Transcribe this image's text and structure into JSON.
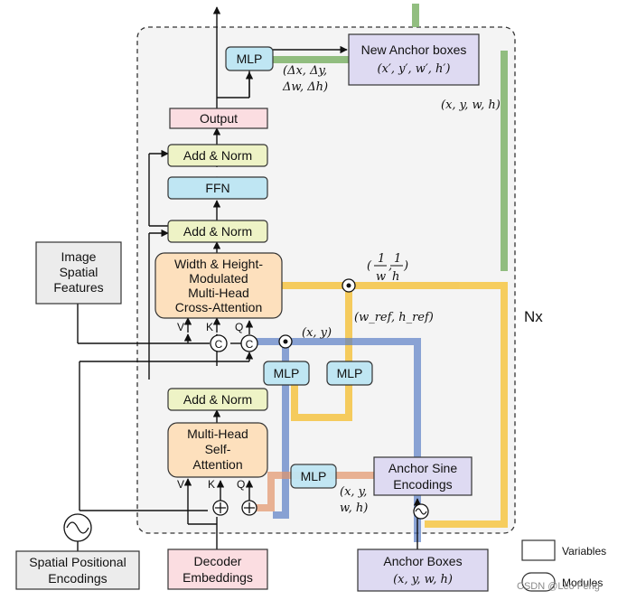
{
  "labels": {
    "new_anchor_title": "New Anchor boxes",
    "new_anchor_vars": "(x′, y′, w′, h′)",
    "mlp": "MLP",
    "delta_line1": "(Δx, Δy,",
    "delta_line2": "Δw, Δh)",
    "output": "Output",
    "add_norm": "Add & Norm",
    "ffn": "FFN",
    "cross_attn_l1": "Width & Height-",
    "cross_attn_l2": "Modulated",
    "cross_attn_l3": "Multi-Head",
    "cross_attn_l4": "Cross-Attention",
    "self_attn_l1": "Multi-Head",
    "self_attn_l2": "Self-",
    "self_attn_l3": "Attention",
    "image_l1": "Image",
    "image_l2": "Spatial",
    "image_l3": "Features",
    "xywh_right": "(x, y, w, h)",
    "wh_frac": "(1/w, 1/h)",
    "wh_frac_one_a": "1",
    "wh_frac_one_b": "1",
    "wh_frac_den_a": "w",
    "wh_frac_den_b": "h",
    "wh_frac_open": "(",
    "wh_frac_comma": ",",
    "wh_frac_close": ")",
    "wref_href": "(w_ref, h_ref)",
    "xy_label": "(x, y)",
    "nx": "Nx",
    "v": "V",
    "k": "K",
    "q": "Q",
    "concat": "C",
    "xywh_mid_l1": "(x, y,",
    "xywh_mid_l2": "w, h)",
    "anchor_sine_l1": "Anchor Sine",
    "anchor_sine_l2": "Encodings",
    "spatial_pos_l1": "Spatial Positional",
    "spatial_pos_l2": "Encodings",
    "decoder_l1": "Decoder",
    "decoder_l2": "Embeddings",
    "anchor_boxes_title": "Anchor Boxes",
    "anchor_boxes_vars": "(x, y, w, h)",
    "legend_variables": "Variables",
    "legend_modules": "Modules",
    "watermark": "CSDN @Leo Feng"
  },
  "colors": {
    "green_path": "#7fb36a",
    "yellow_path": "#f6c543",
    "blue_path": "#5b7fc6",
    "orange_path": "#e2946a",
    "mlp_fill": "#bfe6f3",
    "output_fill": "#fbdde1",
    "addnorm_fill": "#eef3c6",
    "attn_fill": "#fde0bd",
    "anchor_fill": "#dedaf2",
    "gray_fill": "#ececec"
  }
}
